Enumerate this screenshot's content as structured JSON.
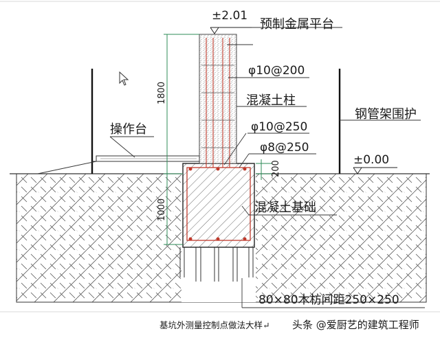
{
  "labels": {
    "platform_level": "±2.01",
    "platform": "预制金属平台",
    "column_rebar": "φ10@200",
    "height_1800": "1800",
    "column": "混凝土柱",
    "scaffold": "钢管架围护",
    "operation_deck": "操作台",
    "found_rebar_1": "φ10@250",
    "found_rebar_2": "φ8@250",
    "dim_200": "200",
    "ground_level": "±0.00",
    "height_1000": "1000",
    "foundation": "混凝土基础",
    "piles": "80×80木枋间距250×250"
  },
  "caption": "基坑外测量控制点做法大样",
  "watermark": "头条 @爱厨艺的建筑工程师",
  "colors": {
    "line": "#1a1a1a",
    "rebar": "#c0392b",
    "dimension": "#2e8b57",
    "hatch": "#555555"
  },
  "icons": [
    "cursor-arrow-icon",
    "return-mark-icon"
  ]
}
